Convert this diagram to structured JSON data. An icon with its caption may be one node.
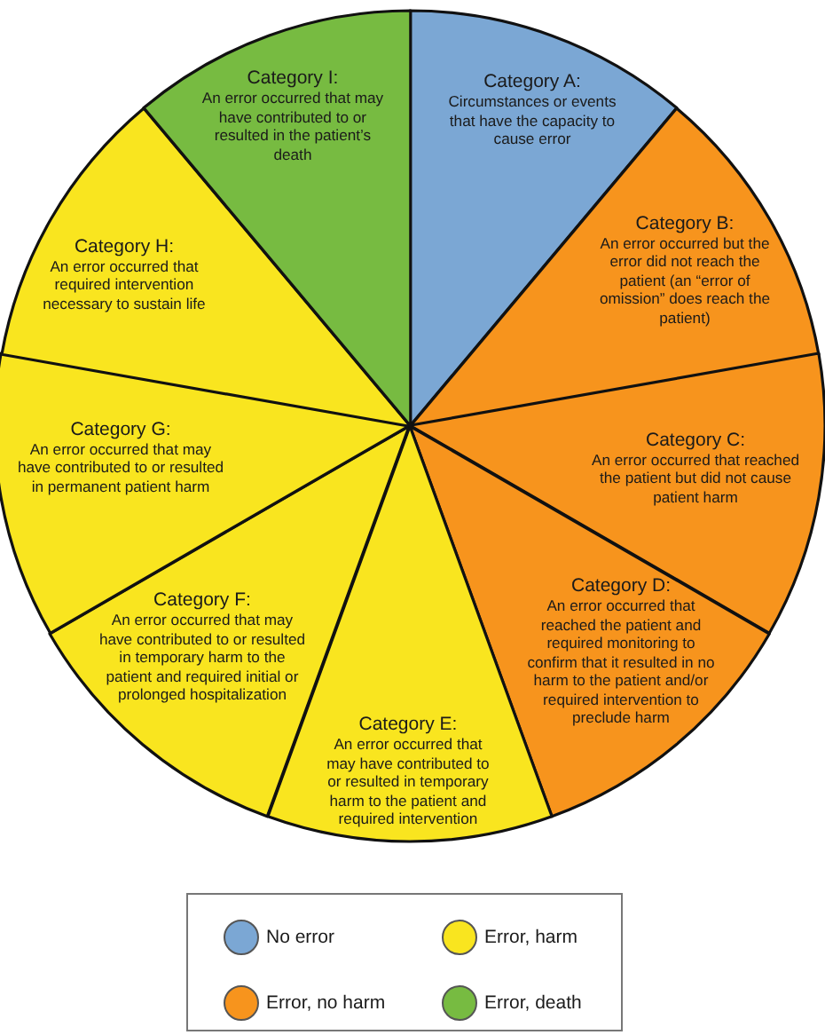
{
  "diagram": {
    "nodes": [
      {
        "text": [
          "Category A:",
          "Circumstances or events that have the capacity to cause error"
        ]
      },
      {
        "text": [
          "Category B:",
          "An error occurred but the error did not reach the patient (an “error of omission” does reach the patient)"
        ]
      },
      {
        "text": [
          "Category C:",
          "An error occurred that reached the patient but did not cause patient harm"
        ]
      },
      {
        "text": [
          "Category D:",
          "An error occurred that reached the patient and required monitoring to confirm that it resulted in no harm to the patient and/or required intervention to preclude harm"
        ]
      },
      {
        "text": [
          "Category E:",
          "An error occurred that may have contributed to or resulted in temporary harm to the patient and required intervention"
        ]
      },
      {
        "text": [
          "Category F:",
          "An error occurred that may have contributed to or resulted in temporary harm to the patient and required initial or prolonged hospitalization"
        ]
      },
      {
        "text": [
          "Category G:",
          "An error occurred that may have contributed to or resulted in permanent patient harm"
        ]
      },
      {
        "text": [
          "Category H:",
          "An error occurred that required intervention necessary to sustain life"
        ]
      },
      {
        "text": [
          "Category I:",
          "An error occurred that may have contributed to or resulted in the patient’s death"
        ]
      }
    ],
    "legend": [
      {
        "text": "No error",
        "color": "#7ba7d4"
      },
      {
        "text": "Error, harm",
        "color": "#f9e51f"
      },
      {
        "text": "Error, no harm",
        "color": "#f7941d"
      },
      {
        "text": "Error, death",
        "color": "#77bb41"
      }
    ]
  }
}
